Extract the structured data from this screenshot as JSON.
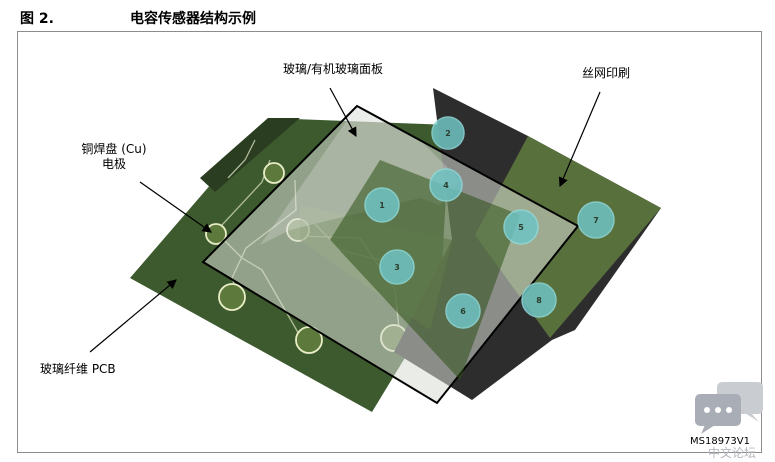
{
  "figure": {
    "number": "图 2.",
    "title": "电容传感器结构示例",
    "id": "MS18973V1"
  },
  "labels": {
    "glass_panel": "玻璃/有机玻璃面板",
    "silkscreen": "丝网印刷",
    "electrode_line1": "铜焊盘 (Cu)",
    "electrode_line2": "电极",
    "pcb": "玻璃纤维 PCB"
  },
  "electrodes": [
    "1",
    "2",
    "3",
    "4",
    "5",
    "6",
    "7",
    "8"
  ],
  "watermark": {
    "text": "中文论坛"
  },
  "colors": {
    "pcb_green": "#3d5a2e",
    "glass_tint": "#d9dcd6",
    "pad_cyan": "#6fc3c4",
    "overlay_dark": "#2b2b2b"
  }
}
